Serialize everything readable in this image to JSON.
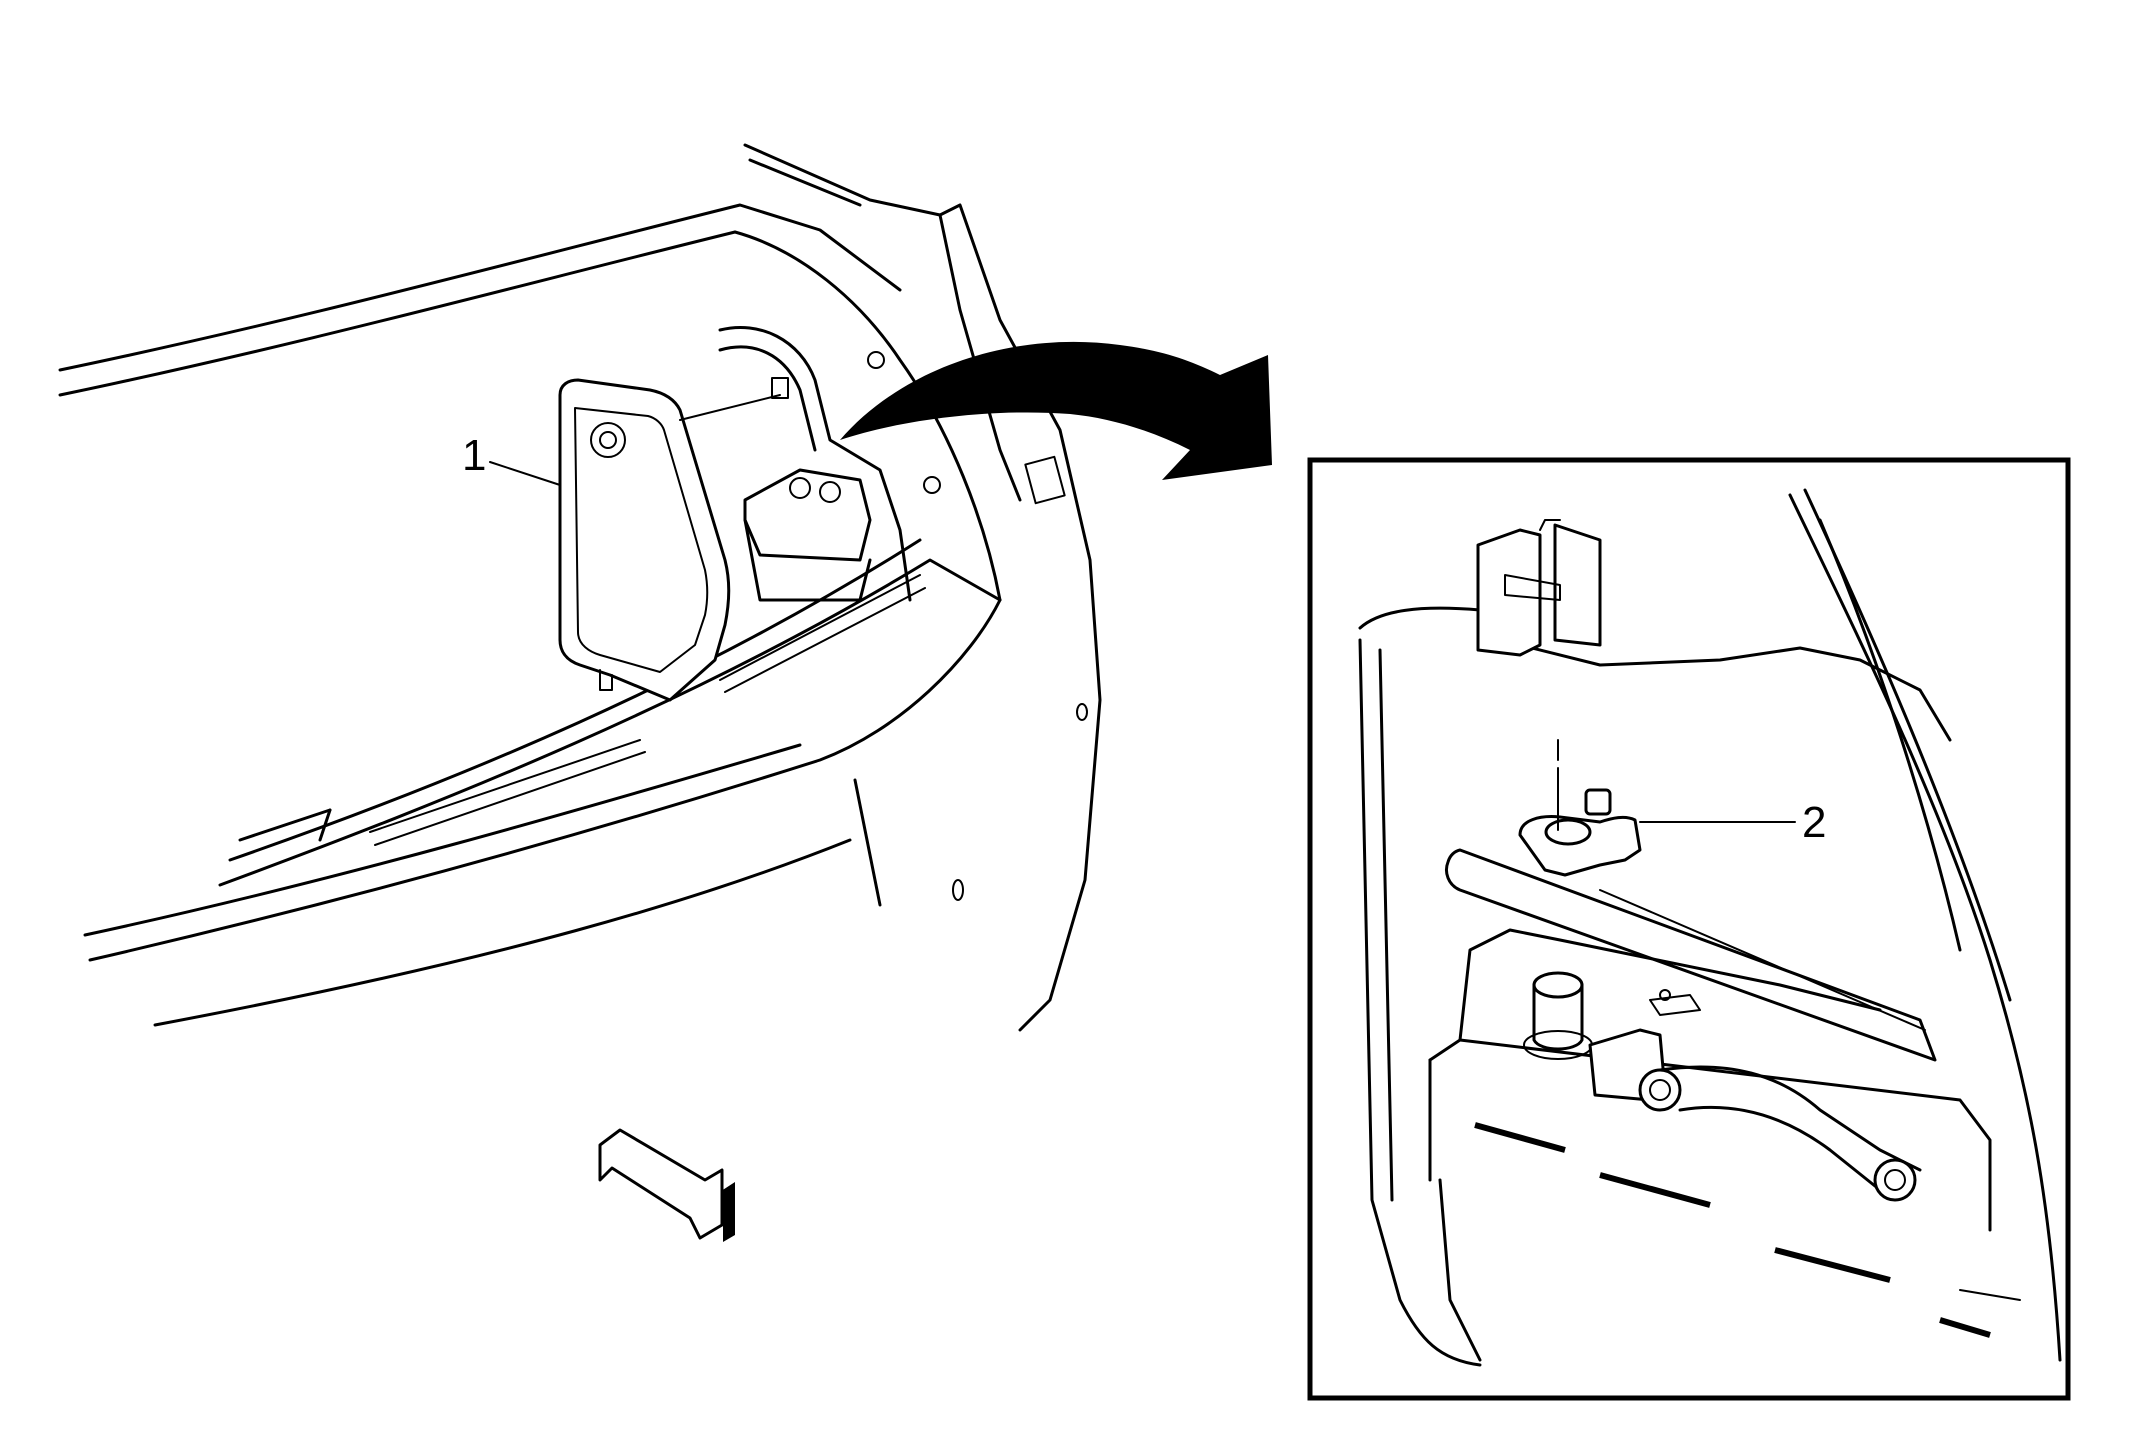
{
  "callouts": [
    {
      "id": "1",
      "label": "1"
    },
    {
      "id": "2",
      "label": "2"
    }
  ],
  "colors": {
    "line": "#000000",
    "background": "#ffffff"
  },
  "icons": {
    "transition_arrow": "curved-arrow-icon",
    "view_direction": "view-direction-arrow-icon"
  }
}
